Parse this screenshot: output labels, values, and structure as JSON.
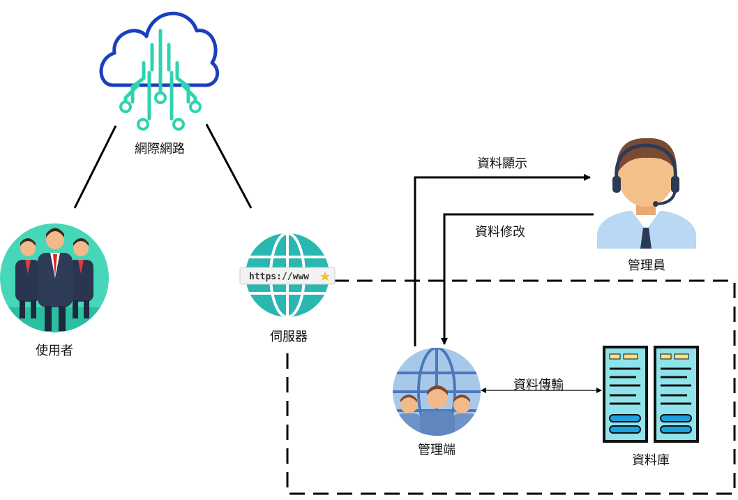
{
  "nodes": {
    "internet": {
      "label": "網際網路"
    },
    "users": {
      "label": "使用者"
    },
    "server": {
      "label": "伺服器",
      "url_text": "https://www"
    },
    "admin": {
      "label": "管理員"
    },
    "admin_client": {
      "label": "管理端"
    },
    "database": {
      "label": "資料庫"
    }
  },
  "edges": {
    "display": {
      "label": "資料顯示"
    },
    "modify": {
      "label": "資料修改"
    },
    "transfer": {
      "label": "資料傳輸"
    }
  },
  "colors": {
    "cloud_outline": "#1a3fbf",
    "circuit": "#2ed3b0",
    "users_bg": "#46d6b8",
    "globe": "#2ab7b2",
    "admin_skin": "#f3c089",
    "admin_hair": "#7a4a33",
    "admin_shirt": "#b8d8f3",
    "db_body": "#8fe3ea",
    "db_border": "#111111"
  }
}
